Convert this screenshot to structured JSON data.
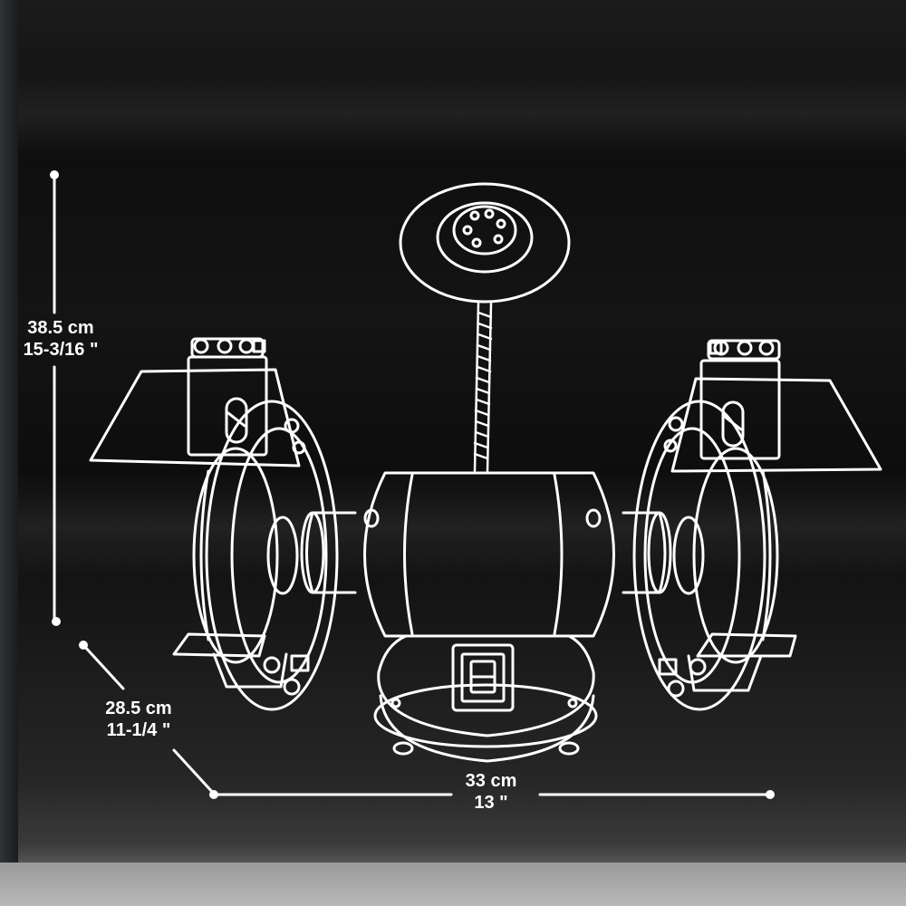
{
  "dimensions": {
    "height": {
      "metric": "38.5 cm",
      "imperial": "15-3/16 \""
    },
    "depth": {
      "metric": "28.5 cm",
      "imperial": "11-1/4 \""
    },
    "width": {
      "metric": "33 cm",
      "imperial": "13 \""
    }
  },
  "colors": {
    "background": "#111111",
    "line_art": "#ffffff"
  }
}
